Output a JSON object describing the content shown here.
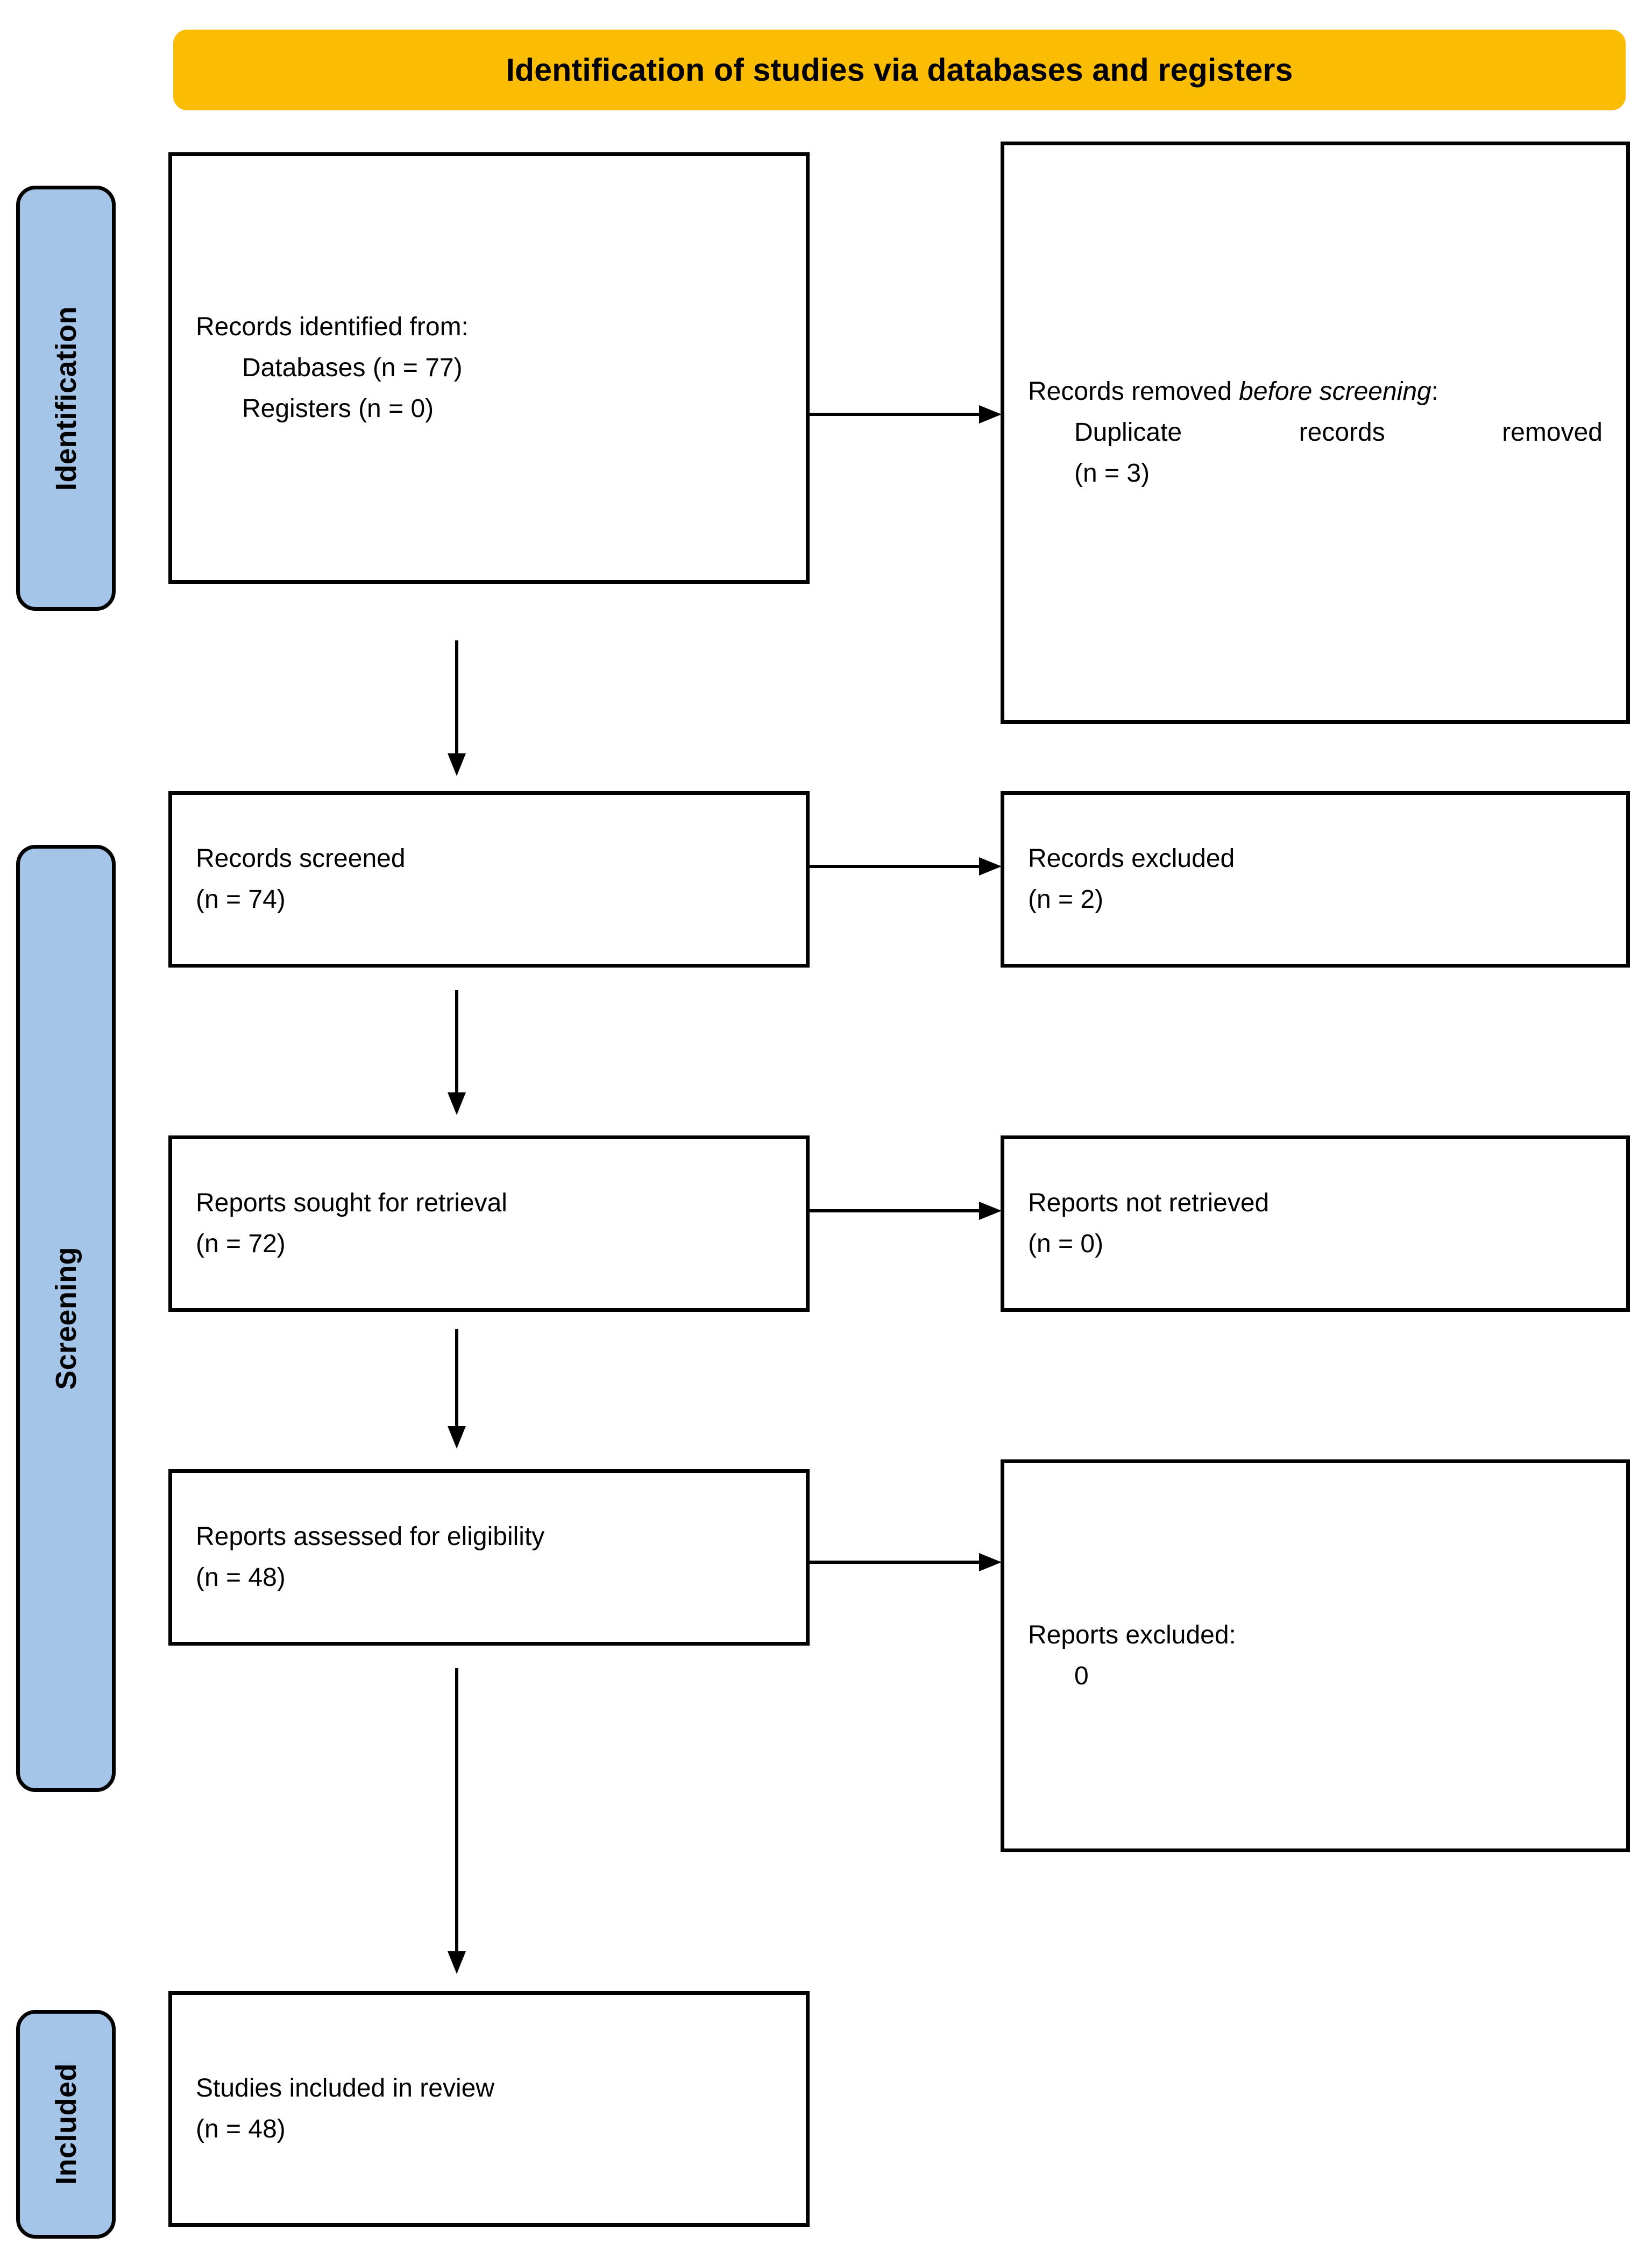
{
  "diagram": {
    "type": "prisma-flow-diagram",
    "header": {
      "title": "Identification of studies via databases and registers",
      "background_color": "#FBBC04"
    },
    "stages": [
      {
        "id": "identification",
        "label": "Identification",
        "background_color": "#A4C5E8"
      },
      {
        "id": "screening",
        "label": "Screening",
        "background_color": "#A4C5E8"
      },
      {
        "id": "included",
        "label": "Included",
        "background_color": "#A4C5E8"
      }
    ],
    "boxes": {
      "identified": {
        "heading": "Records identified from:",
        "item_databases": "Databases (n = 77)",
        "item_registers": "Registers (n = 0)"
      },
      "removed_before_screening": {
        "heading_prefix": "Records removed ",
        "heading_italic": "before screening",
        "heading_suffix": ":",
        "item_duplicates": "Duplicate records removed",
        "item_duplicates_count": "(n = 3)"
      },
      "screened": {
        "label": "Records screened",
        "count": "(n = 74)"
      },
      "records_excluded": {
        "label": "Records excluded",
        "count": "(n = 2)"
      },
      "sought_for_retrieval": {
        "label": "Reports sought for retrieval",
        "count": "(n = 72)"
      },
      "not_retrieved": {
        "label": "Reports not retrieved",
        "count": "(n = 0)"
      },
      "assessed_for_eligibility": {
        "label": "Reports assessed for eligibility",
        "count": "(n = 48)"
      },
      "reports_excluded": {
        "heading": "Reports excluded:",
        "item_0": "0"
      },
      "studies_included": {
        "label": "Studies included in review",
        "count": "(n = 48)"
      }
    }
  },
  "chart_data": {
    "type": "diagram",
    "title": "Identification of studies via databases and registers",
    "nodes": [
      {
        "id": "identified",
        "stage": "Identification",
        "column": "left",
        "text": "Records identified from: Databases (n = 77), Registers (n = 0)",
        "values": {
          "databases": 77,
          "registers": 0
        }
      },
      {
        "id": "removed_before_screening",
        "stage": "Identification",
        "column": "right",
        "text": "Records removed before screening: Duplicate records removed (n = 3)",
        "values": {
          "duplicates_removed": 3
        }
      },
      {
        "id": "screened",
        "stage": "Screening",
        "column": "left",
        "text": "Records screened (n = 74)",
        "values": {
          "n": 74
        }
      },
      {
        "id": "records_excluded",
        "stage": "Screening",
        "column": "right",
        "text": "Records excluded (n = 2)",
        "values": {
          "n": 2
        }
      },
      {
        "id": "sought_for_retrieval",
        "stage": "Screening",
        "column": "left",
        "text": "Reports sought for retrieval (n = 72)",
        "values": {
          "n": 72
        }
      },
      {
        "id": "not_retrieved",
        "stage": "Screening",
        "column": "right",
        "text": "Reports not retrieved (n = 0)",
        "values": {
          "n": 0
        }
      },
      {
        "id": "assessed_for_eligibility",
        "stage": "Screening",
        "column": "left",
        "text": "Reports assessed for eligibility (n = 48)",
        "values": {
          "n": 48
        }
      },
      {
        "id": "reports_excluded",
        "stage": "Screening",
        "column": "right",
        "text": "Reports excluded: 0",
        "values": {
          "n": 0
        }
      },
      {
        "id": "studies_included",
        "stage": "Included",
        "column": "left",
        "text": "Studies included in review (n = 48)",
        "values": {
          "n": 48
        }
      }
    ],
    "edges": [
      {
        "from": "identified",
        "to": "removed_before_screening",
        "direction": "right"
      },
      {
        "from": "identified",
        "to": "screened",
        "direction": "down"
      },
      {
        "from": "screened",
        "to": "records_excluded",
        "direction": "right"
      },
      {
        "from": "screened",
        "to": "sought_for_retrieval",
        "direction": "down"
      },
      {
        "from": "sought_for_retrieval",
        "to": "not_retrieved",
        "direction": "right"
      },
      {
        "from": "sought_for_retrieval",
        "to": "assessed_for_eligibility",
        "direction": "down"
      },
      {
        "from": "assessed_for_eligibility",
        "to": "reports_excluded",
        "direction": "right"
      },
      {
        "from": "assessed_for_eligibility",
        "to": "studies_included",
        "direction": "down"
      }
    ]
  }
}
